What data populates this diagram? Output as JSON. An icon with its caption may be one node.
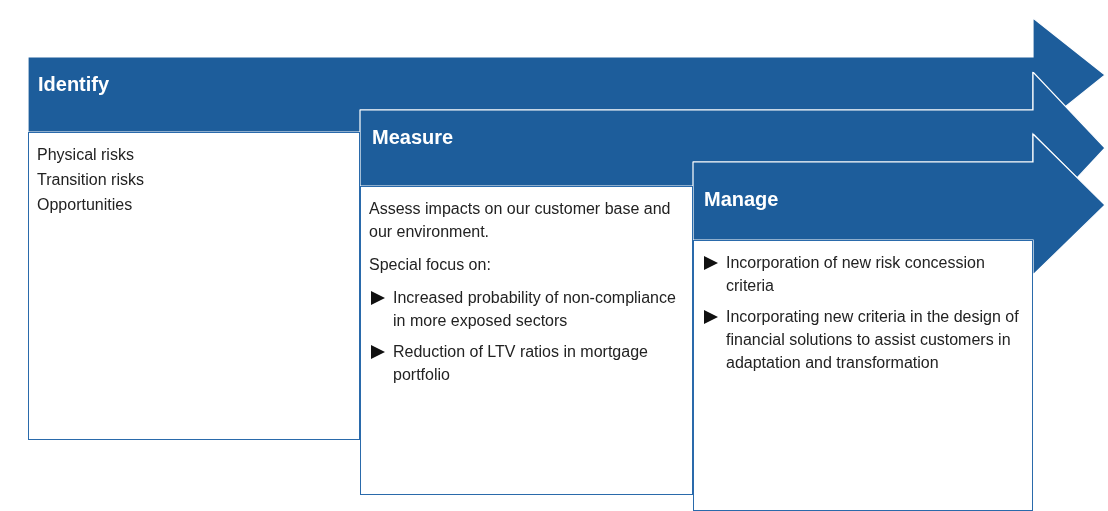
{
  "diagram": {
    "nodes": [
      {
        "text": [
          "Identify"
        ]
      },
      {
        "text": [
          "Physical risks",
          "Transition risks",
          "Opportunities"
        ]
      },
      {
        "text": [
          "Measure"
        ]
      },
      {
        "text": [
          "Assess impacts on our customer base and our environment.",
          "Special focus on:",
          "Increased probability of non-compliance in more exposed sectors",
          "Reduction of LTV ratios in mortgage portfolio"
        ]
      },
      {
        "text": [
          "Manage"
        ]
      },
      {
        "text": [
          "Incorporation of new risk concession criteria",
          "Incorporating new criteria in the design of financial solutions to assist customers in adaptation and transformation"
        ]
      }
    ]
  }
}
